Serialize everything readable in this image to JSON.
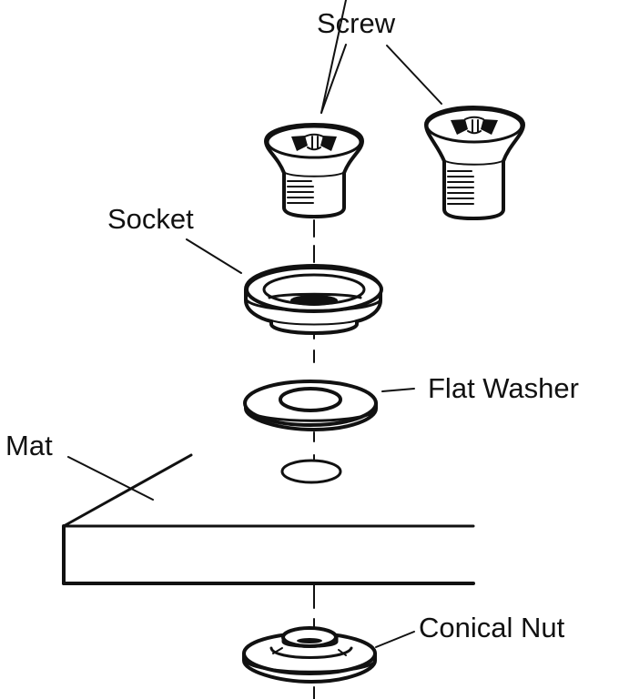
{
  "diagram": {
    "type": "exploded-assembly",
    "title": "",
    "colors": {
      "line": "#111111",
      "background": "#ffffff"
    },
    "labels": {
      "screw": "Screw",
      "socket": "Socket",
      "flat_washer": "Flat Washer",
      "mat": "Mat",
      "conical_nut": "Conical Nut"
    },
    "parts": [
      {
        "id": "screw-1",
        "label_ref": "screw",
        "note": "short countersunk screw, Phillips head"
      },
      {
        "id": "screw-2",
        "label_ref": "screw",
        "note": "long countersunk screw, Phillips head"
      },
      {
        "id": "socket",
        "label_ref": "socket"
      },
      {
        "id": "flat-washer",
        "label_ref": "flat_washer"
      },
      {
        "id": "mat-hole",
        "label_ref": "mat"
      },
      {
        "id": "mat",
        "label_ref": "mat"
      },
      {
        "id": "conical-nut",
        "label_ref": "conical_nut"
      }
    ],
    "assembly_order_top_to_bottom": [
      "Screw",
      "Socket",
      "Flat Washer",
      "Mat",
      "Conical Nut"
    ]
  }
}
